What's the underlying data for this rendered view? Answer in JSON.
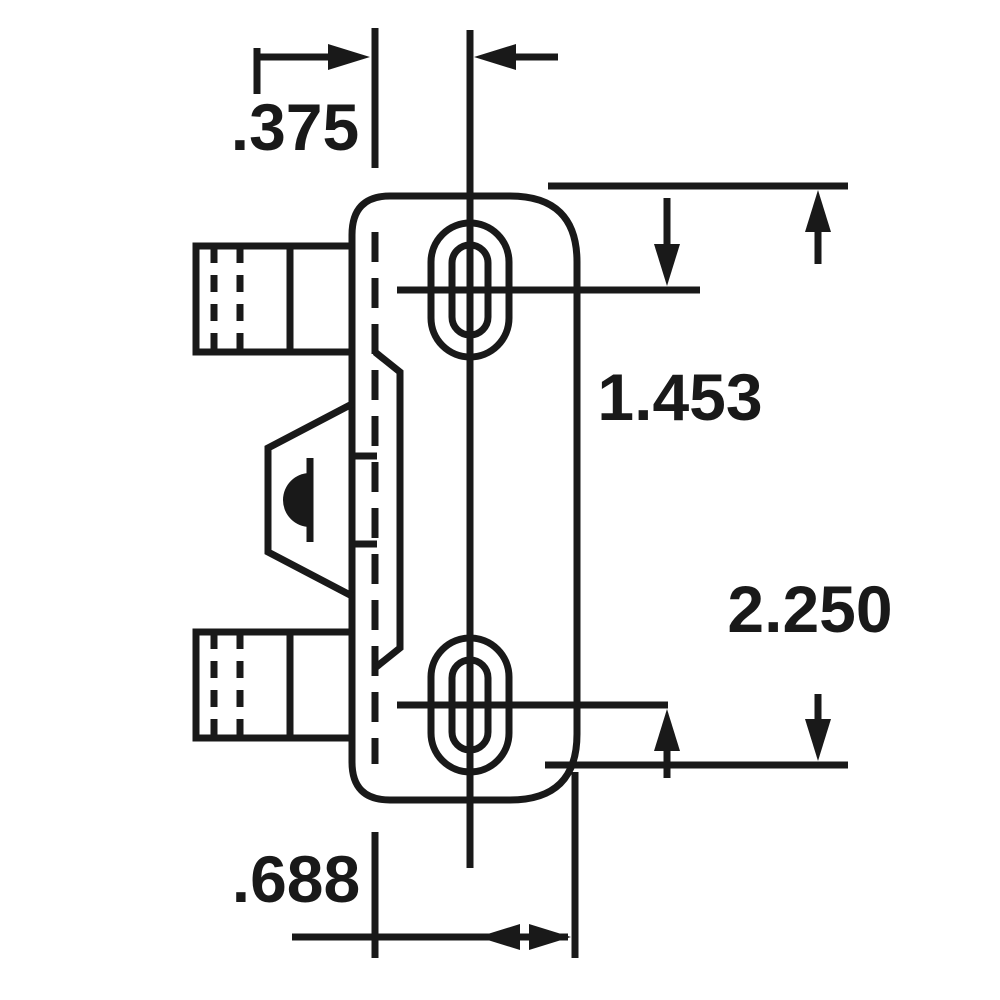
{
  "drawing": {
    "kind": "technical-dimension-drawing",
    "background_color": "#ffffff",
    "ink_color": "#191919",
    "dimensions": {
      "top_left": {
        "label": ".375"
      },
      "center_right": {
        "label": "1.453"
      },
      "right": {
        "label": "2.250"
      },
      "bottom_left": {
        "label": ".688"
      }
    }
  }
}
